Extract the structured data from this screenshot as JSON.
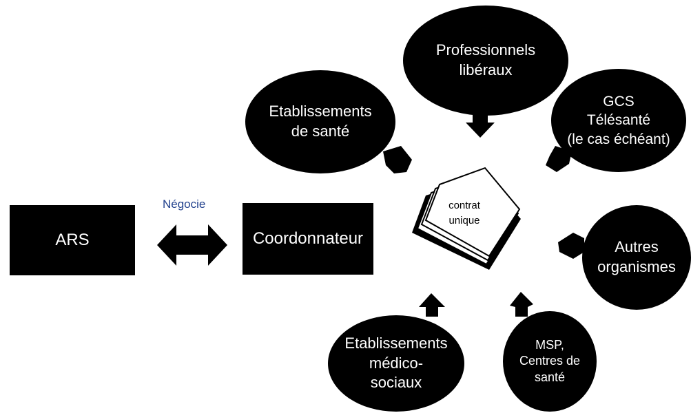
{
  "negotiation_label": "Négocie",
  "ars_box": {
    "label": "ARS"
  },
  "coordinator_box": {
    "label": "Coordonnateur"
  },
  "contract": {
    "lines": [
      "contrat",
      "unique"
    ]
  },
  "bubbles": {
    "professionnels": {
      "lines": [
        "Professionnels",
        "libéraux"
      ]
    },
    "etablissements_sante": {
      "lines": [
        "Etablissements",
        "de santé"
      ]
    },
    "gcs": {
      "lines": [
        "GCS",
        "Télésanté",
        "(le cas échéant)"
      ]
    },
    "autres": {
      "lines": [
        "Autres",
        "organismes"
      ]
    },
    "medico_sociaux": {
      "lines": [
        "Etablissements",
        "médico-",
        "sociaux"
      ]
    },
    "msp": {
      "lines": [
        "MSP,",
        "Centres de",
        "santé"
      ]
    }
  },
  "colors": {
    "fill": "#000000",
    "text": "#ffffff",
    "negotiation_label": "#1f3f8c"
  }
}
